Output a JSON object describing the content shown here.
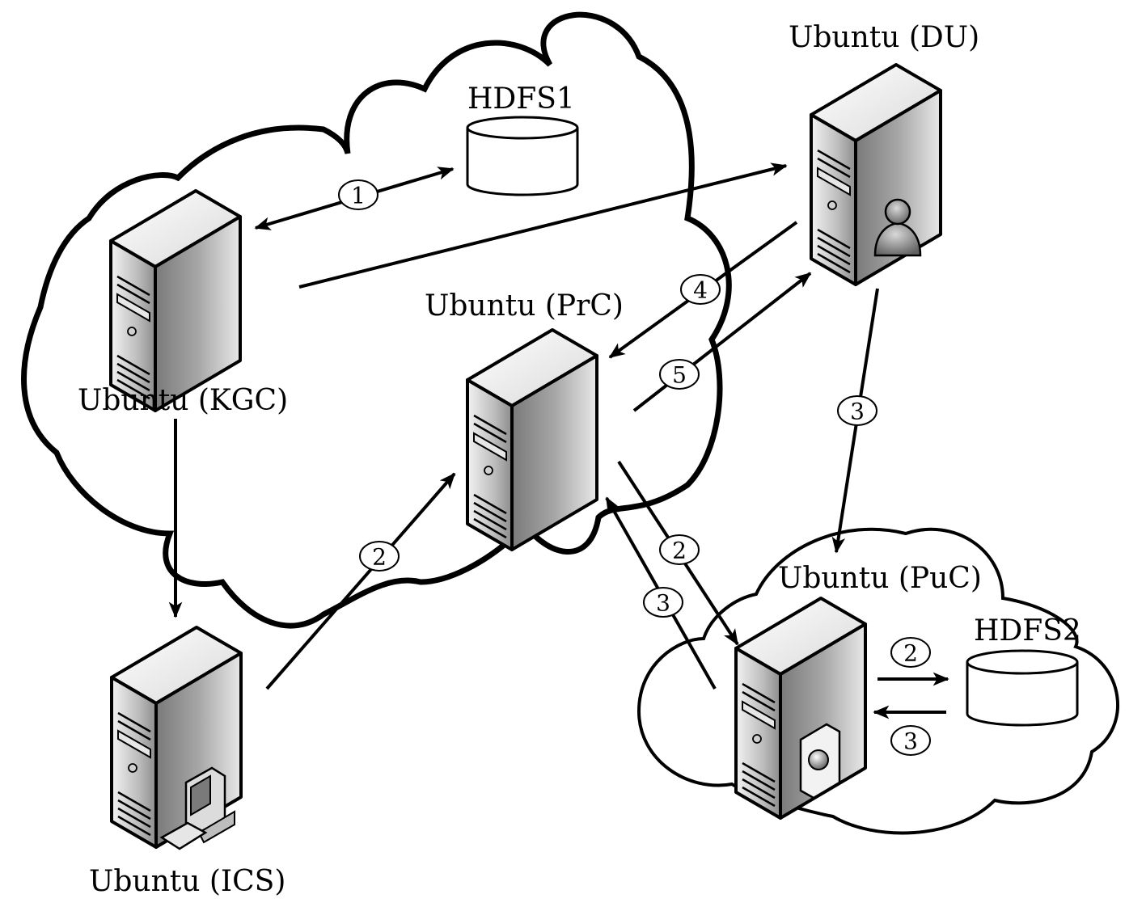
{
  "nodes": {
    "kgc": {
      "label": "Ubuntu (KGC)"
    },
    "prc": {
      "label": "Ubuntu (PrC)"
    },
    "du": {
      "label": "Ubuntu (DU)"
    },
    "puc": {
      "label": "Ubuntu (PuC)"
    },
    "ics": {
      "label": "Ubuntu (ICS)"
    },
    "hdfs1": {
      "label": "HDFS1"
    },
    "hdfs2": {
      "label": "HDFS2"
    }
  },
  "steps": {
    "kgc_hdfs1": "1",
    "ics_prc": "2",
    "prc_puc": "2",
    "puc_prc": "3",
    "du_puc": "3",
    "du_prc": "4",
    "prc_du": "5",
    "puc_hdfs2": "2",
    "hdfs2_puc": "3"
  },
  "colors": {
    "ink": "#000000",
    "paper": "#ffffff"
  }
}
